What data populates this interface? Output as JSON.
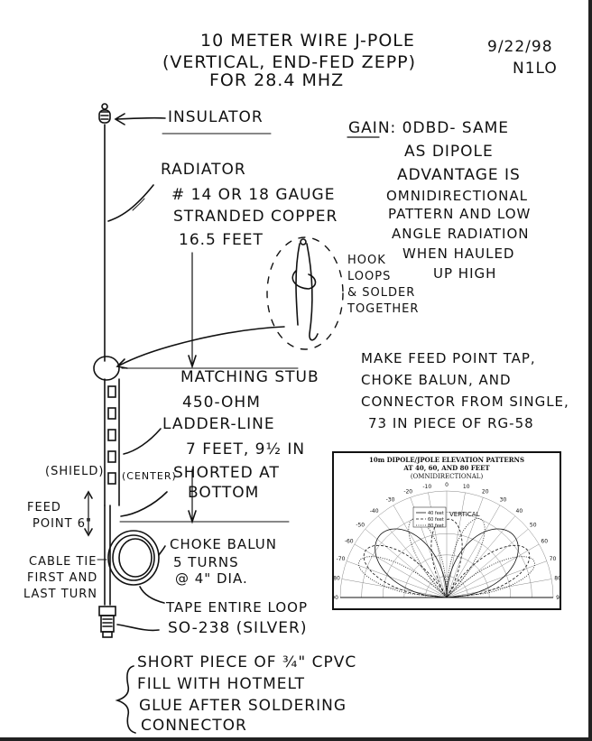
{
  "title": {
    "line1": "10 METER WIRE J-POLE",
    "line2": "(VERTICAL, END-FED ZEPP)",
    "line3": "FOR 28.4 MHz"
  },
  "date": "9/22/98",
  "author": "N1LO",
  "labels": {
    "insulator": "INSULATOR",
    "radiator": "RADIATOR",
    "radiator_wire1": "# 14 OR 18 GAUGE",
    "radiator_wire2": "STRANDED COPPER",
    "radiator_len": "16.5 FEET",
    "hook1": "HOOK",
    "hook2": "LOOPS",
    "hook3": "& SOLDER",
    "hook4": "TOGETHER",
    "stub1": "MATCHING STUB",
    "stub2": "450-OHM",
    "stub3": "LADDER-LINE",
    "stub4": "7 FEET, 9½ IN",
    "shorted1": "SHORTED AT",
    "shorted2": "BOTTOM",
    "shield": "(SHIELD)",
    "center": "(CENTER)",
    "feed1": "FEED",
    "feed2": "POINT 6\"",
    "cabletie1": "CABLE TIE",
    "cabletie2": "FIRST AND",
    "cabletie3": "LAST TURN",
    "choke1": "CHOKE BALUN",
    "choke2": "5 TURNS",
    "choke3": "@ 4\" DIA.",
    "tape": "TAPE ENTIRE LOOP",
    "connector": "SO-238 (SILVER)",
    "pvc1": "SHORT PIECE OF ¾\" CPVC",
    "pvc2": "FILL WITH HOTMELT",
    "pvc3": "GLUE AFTER SOLDERING",
    "pvc4": "CONNECTOR"
  },
  "notes": {
    "gain1": "GAIN: 0DBD- SAME",
    "gain2": "AS DIPOLE",
    "adv1": "ADVANTAGE IS",
    "adv2": "OMNIDIRECTIONAL",
    "adv3": "PATTERN AND LOW",
    "adv4": "ANGLE RADIATION",
    "adv5": "WHEN HAULED",
    "adv6": "UP HIGH",
    "make1": "MAKE FEED POINT TAP,",
    "make2": "CHOKE BALUN, AND",
    "make3": "CONNECTOR FROM SINGLE,",
    "make4": "73 IN PIECE OF RG-58"
  },
  "chart": {
    "title1": "10m DIPOLE/JPOLE ELEVATION PATTERNS",
    "title2": "AT 40, 60, AND 80 FEET",
    "title3": "(OMNIDIRECTIONAL)",
    "legend": [
      "40 feet",
      "60 feet",
      "80 feet"
    ],
    "vertical_label": "VERTICAL",
    "angle_labels": [
      "-90",
      "-80",
      "-70",
      "-60",
      "-50",
      "-40",
      "-30",
      "-20",
      "-10",
      "0",
      "10",
      "20",
      "30",
      "40",
      "50",
      "60",
      "70",
      "80",
      "90"
    ]
  }
}
